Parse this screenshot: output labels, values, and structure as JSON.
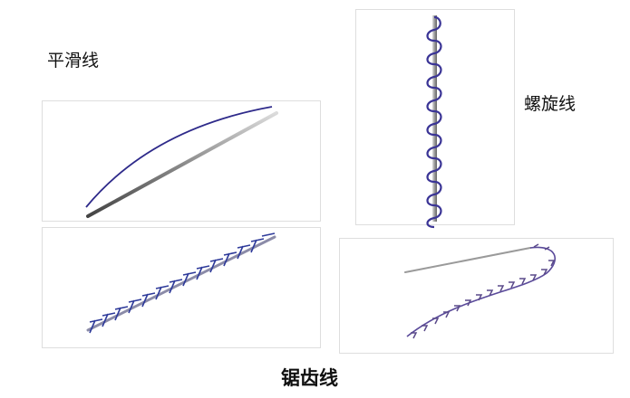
{
  "labels": {
    "smooth": "平滑线",
    "spiral": "螺旋线",
    "barbed": "锯齿线"
  },
  "colors": {
    "thread": "#2e2a8a",
    "needle": "#9a9a9a",
    "barb_thread": "#6a4a9a",
    "panel_border": "#dedede"
  },
  "panels": [
    {
      "id": "smooth-thread",
      "description": "smooth thread beside needle"
    },
    {
      "id": "spiral-thread",
      "description": "thread coiled around vertical needle"
    },
    {
      "id": "barbed-thread-straight",
      "description": "straight barbed thread on needle"
    },
    {
      "id": "barbed-thread-u",
      "description": "U-shaped barbed thread with needle"
    }
  ]
}
